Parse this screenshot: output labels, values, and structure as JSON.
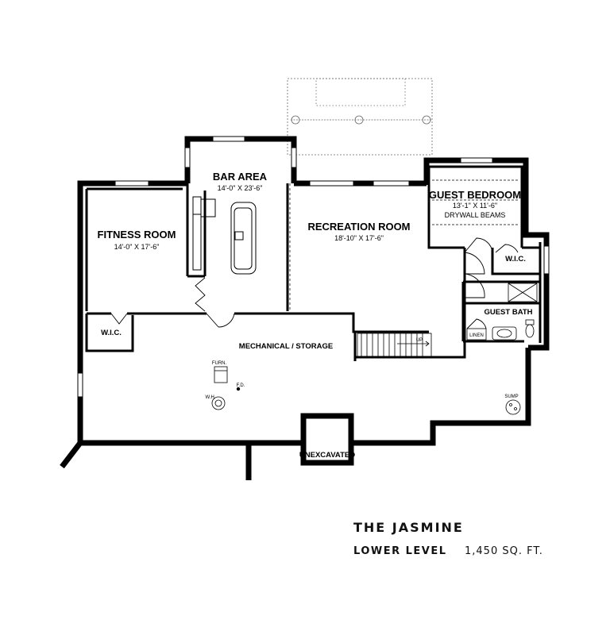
{
  "rooms": {
    "bar_area": {
      "name": "BAR AREA",
      "dim": "14'-0\" X 23'-6\""
    },
    "fitness_room": {
      "name": "FITNESS ROOM",
      "dim": "14'-0\" X 17'-6\""
    },
    "recreation_room": {
      "name": "RECREATION ROOM",
      "dim": "18'-10\" X 17'-6\""
    },
    "guest_bedroom": {
      "name": "GUEST BEDROOM",
      "dim": "13'-1\" X 11'-6\"",
      "note": "DRYWALL BEAMS"
    },
    "wic_right": "W.I.C.",
    "wic_left": "W.I.C.",
    "guest_bath": "GUEST BATH",
    "linen": "LINEN",
    "mechanical": "MECHANICAL / STORAGE",
    "unexcavated": "UNEXCAVATED"
  },
  "fixtures": {
    "furn": "FURN.",
    "fd": "F.D.",
    "wh": "W.H.",
    "sump": "SUMP",
    "up": "UP"
  },
  "footer": {
    "title": "THE JASMINE",
    "level": "LOWER LEVEL",
    "area": "1,450 SQ. FT."
  }
}
